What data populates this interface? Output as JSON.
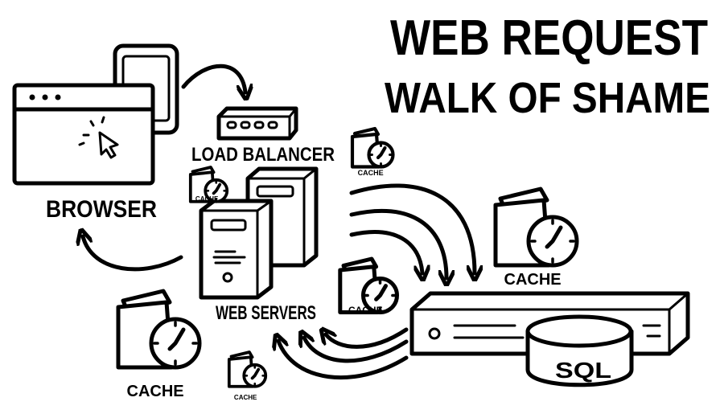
{
  "title": {
    "line1": "WEB REQUEST",
    "line2": "WALK OF SHAME"
  },
  "labels": {
    "browser": "BROWSER",
    "load_balancer": "LOAD BALANCER",
    "web_servers": "WEB SERVERS",
    "sql": "SQL"
  },
  "caches": [
    "CACHE",
    "CACHE",
    "CACHE",
    "CACHE",
    "CACHE",
    "CACHE"
  ],
  "colors": {
    "ink": "#000000",
    "background": "#ffffff"
  }
}
